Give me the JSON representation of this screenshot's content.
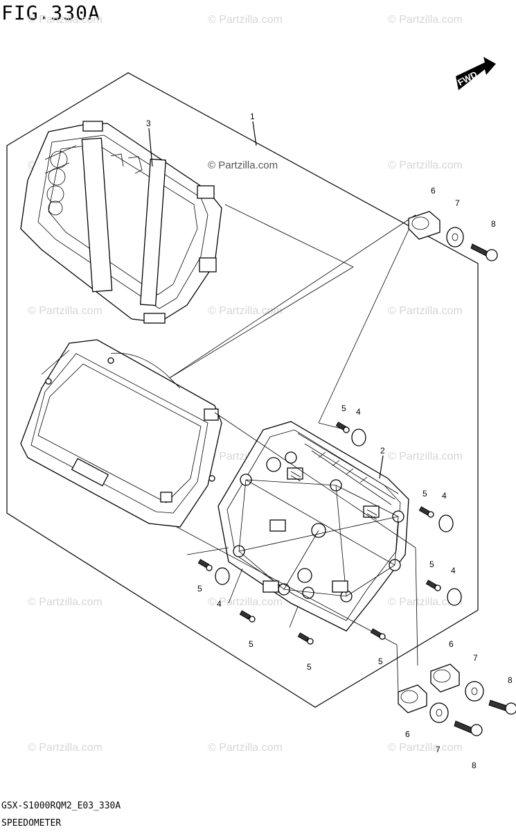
{
  "figure": {
    "title": "FIG.330A",
    "model_code": "GSX-S1000RQM2_E03_330A",
    "name": "SPEEDOMETER"
  },
  "watermark": {
    "text": "© Partzilla.com"
  },
  "fwd_arrow": {
    "label": "FWD"
  },
  "callouts": {
    "c1": "1",
    "c2": "2",
    "c3": "3",
    "c4a": "4",
    "c4b": "4",
    "c4c": "4",
    "c4d": "4",
    "c5a": "5",
    "c5b": "5",
    "c5c": "5",
    "c5d": "5",
    "c5e": "5",
    "c5f": "5",
    "c5g": "5",
    "c6a": "6",
    "c6b": "6",
    "c6c": "6",
    "c7a": "7",
    "c7b": "7",
    "c7c": "7",
    "c8a": "8",
    "c8b": "8",
    "c8c": "8"
  }
}
